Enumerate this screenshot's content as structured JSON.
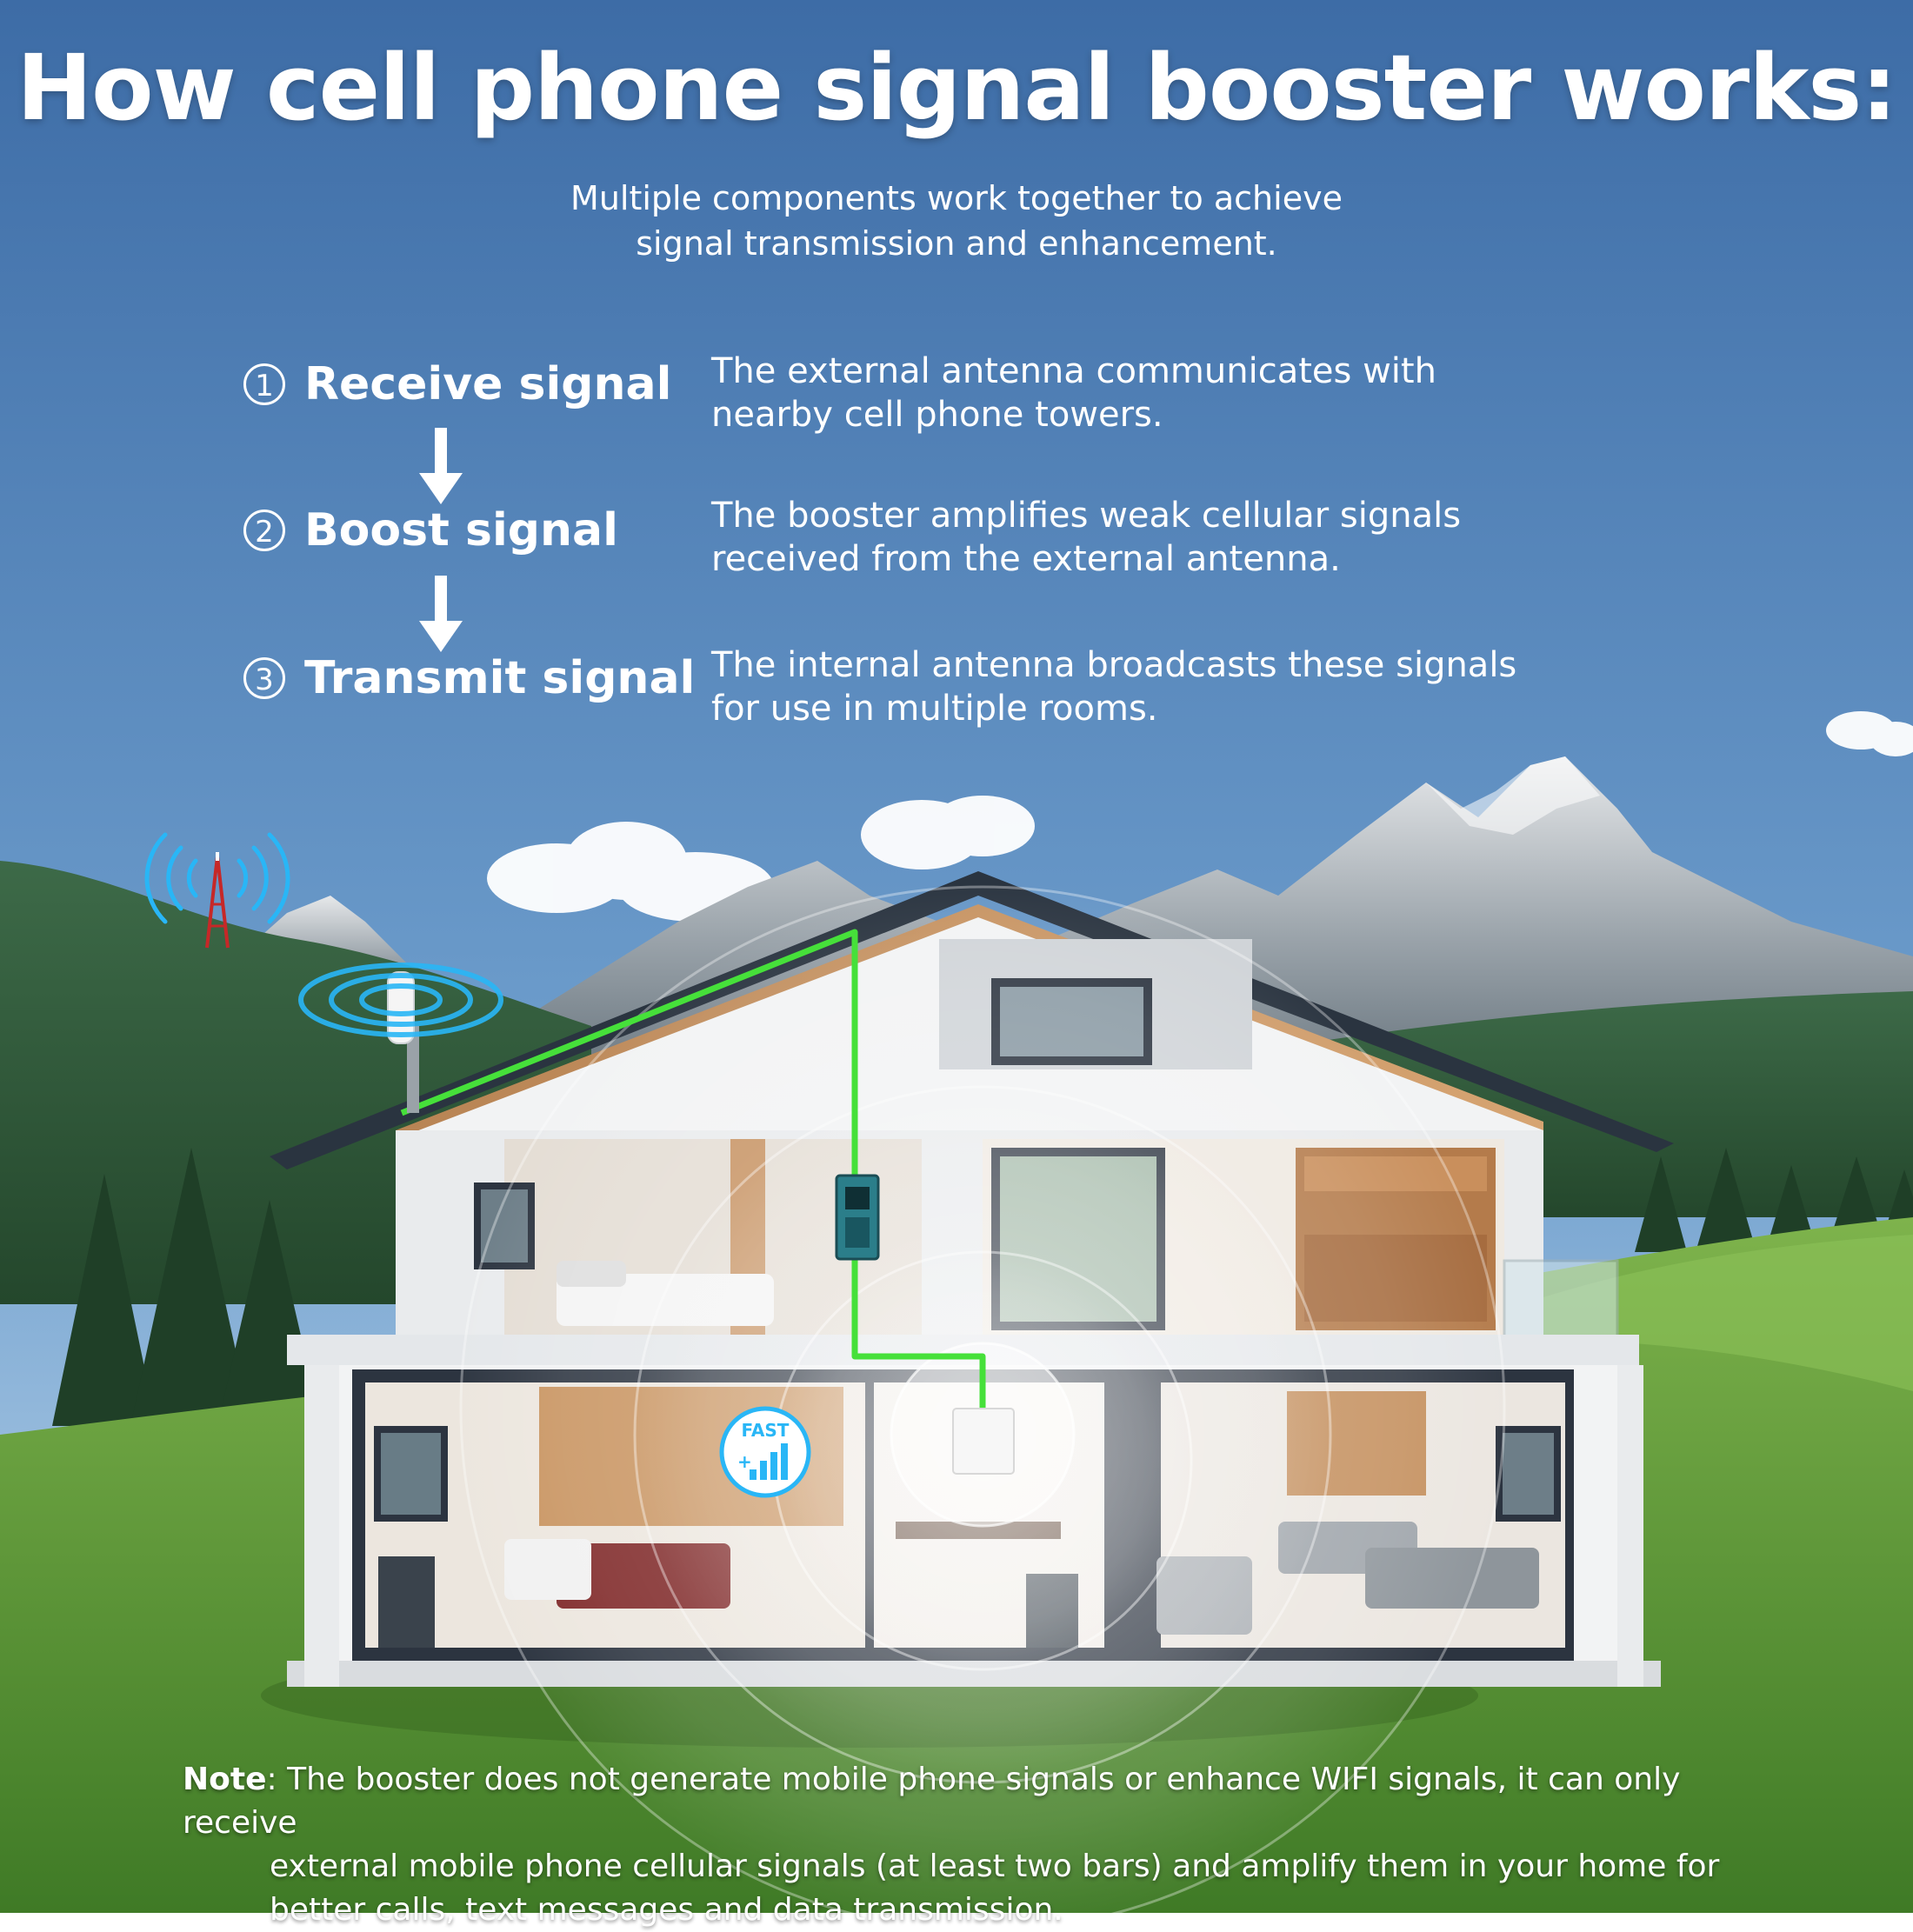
{
  "title": "How cell phone signal booster works:",
  "subtitle": {
    "line1": "Multiple components work together to achieve",
    "line2": "signal transmission and enhancement."
  },
  "steps": [
    {
      "number": "1",
      "label": "Receive signal",
      "description_line1": "The external antenna communicates with",
      "description_line2": "nearby cell phone towers."
    },
    {
      "number": "2",
      "label": "Boost signal",
      "description_line1": "The booster amplifies weak cellular signals",
      "description_line2": "received from the external antenna."
    },
    {
      "number": "3",
      "label": "Transmit signal",
      "description_line1": "The internal antenna broadcasts these signals",
      "description_line2": "for use in multiple rooms."
    }
  ],
  "badge": {
    "label": "FAST"
  },
  "note": {
    "label": "Note",
    "first_line": ": The booster does not generate mobile phone signals or enhance WIFI signals, it can only receive",
    "rest": "external mobile phone cellular signals (at least two bars) and amplify them in your home for better calls, text messages and data transmission."
  },
  "colors": {
    "sky_top": "#3f6fa8",
    "sky_bottom": "#b7d6ee",
    "cable": "#46e03a",
    "signal_wave": "#29b6f6",
    "grass": "#5c9b3a",
    "roof": "#2a3440"
  }
}
